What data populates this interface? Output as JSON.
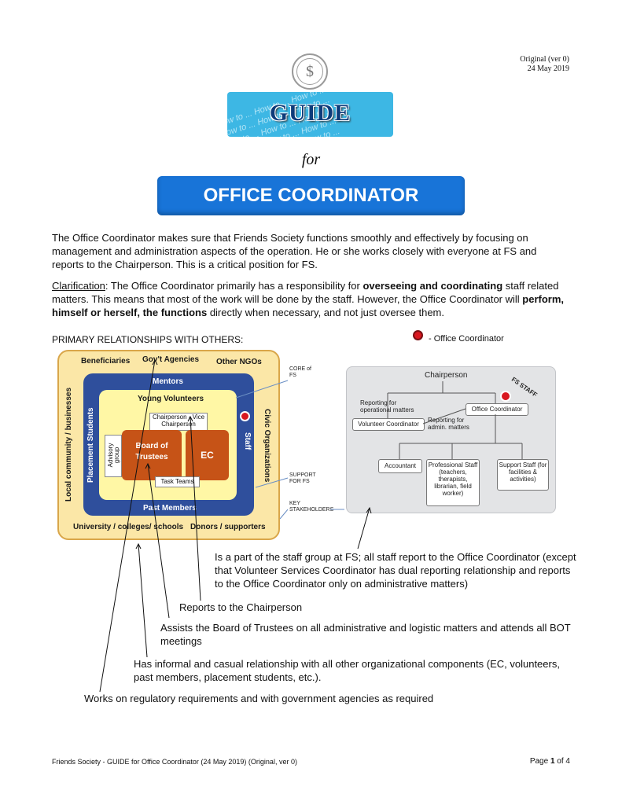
{
  "header": {
    "version_line1": "Original (ver 0)",
    "version_line2": "24 May 2019",
    "seal_symbol": "$"
  },
  "guide_banner": {
    "title": "GUIDE",
    "watermark": "How to ... How to ... How to ..."
  },
  "for_text": "for",
  "role_banner": "OFFICE COORDINATOR",
  "intro": "The Office Coordinator makes sure that Friends Society functions smoothly and effectively by focusing on management and administration aspects of the operation. He or she works closely with everyone at FS and reports to the Chairperson. This is a critical position for FS.",
  "clarification": {
    "label": "Clarification",
    "t1": ": The Office Coordinator primarily has a responsibility for ",
    "b1": "overseeing and coordinating",
    "t2": " staff related matters. This means that most of the work will be done by the staff. However, the Office Coordinator will ",
    "b2": "perform, himself or herself, the functions",
    "t3": " directly when necessary, and not just oversee them."
  },
  "section_heading": "PRIMARY RELATIONSHIPS WITH OTHERS:",
  "legend": {
    "label": "-  Office Coordinator",
    "dot_color": "#d91820"
  },
  "left_diagram": {
    "outer": {
      "top_left": "Beneficiaries",
      "top_mid": "Gov't Agencies",
      "top_right": "Other NGOs",
      "left": "Local community / businesses",
      "right": "Civic Organizations",
      "bottom_left": "University / colleges/ schools",
      "bottom_right": "Donors / supporters"
    },
    "middle": {
      "top": "Mentors",
      "left": "Placement Students",
      "right": "Staff",
      "bottom": "Past Members"
    },
    "inner": {
      "top": "Young Volunteers",
      "chair": "Chairperson - Vice Chairperson",
      "advisory": "Advisory group",
      "bot": "Board of Trustees",
      "ec": "EC",
      "task": "Task Teams"
    },
    "callouts": {
      "core": "CORE of FS",
      "support": "SUPPORT FOR FS",
      "key": "KEY STAKEHOLDERS"
    }
  },
  "right_diagram": {
    "chairperson": "Chairperson",
    "fs_staff": "FS STAFF",
    "rep_ops": "Reporting for operational matters",
    "rep_admin": "Reporting for admin. matters",
    "volunteer": "Volunteer Coordinator",
    "office": "Office Coordinator",
    "accountant": "Accountant",
    "professional": "Professional Staff (teachers, therapists, librarian, field worker)",
    "support": "Support Staff (for facilities & activities)"
  },
  "notes": {
    "staff": "Is a part of the staff group at FS; all staff report to the Office Coordinator (except that Volunteer Services Coordinator has dual reporting relationship and reports to the Office Coordinator only on administrative matters)",
    "chair": "Reports to the Chairperson",
    "bot": "Assists the Board of Trustees on all administrative and logistic matters and attends all BOT meetings",
    "informal": "Has informal and casual relationship with all other organizational components (EC, volunteers, past members, placement students, etc.).",
    "gov": "Works on regulatory requirements and with government agencies as required"
  },
  "footer": {
    "left": "Friends Society - GUIDE for Office Coordinator (24 May 2019) (Original, ver 0)",
    "page_prefix": "Page ",
    "page_num": "1",
    "page_suffix": " of 4"
  }
}
